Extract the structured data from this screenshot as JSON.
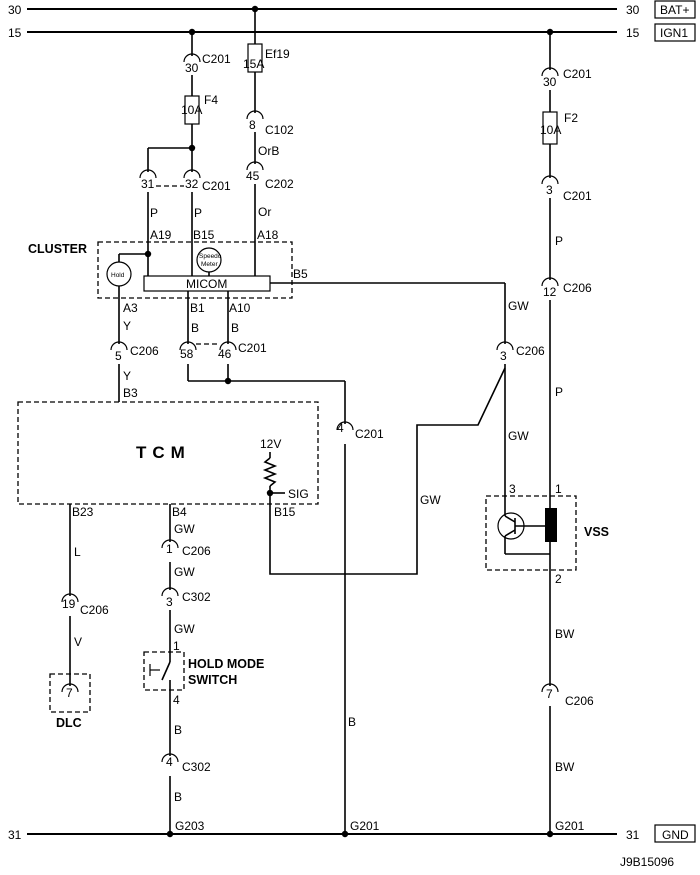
{
  "rails": {
    "r30": "30",
    "r15": "15",
    "r31": "31",
    "bat": "BAT+",
    "ign": "IGN1",
    "gnd": "GND"
  },
  "fuses": {
    "f4_name": "F4",
    "f4_rating": "10A",
    "ef19_name": "Ef19",
    "ef19_rating": "15A",
    "f2_name": "F2",
    "f2_rating": "10A"
  },
  "connectors": {
    "c201": "C201",
    "c202": "C202",
    "c102": "C102",
    "c206": "C206",
    "c302": "C302"
  },
  "pins": {
    "p30a": "30",
    "p8": "8",
    "p31": "31",
    "p32": "32",
    "p45": "45",
    "p30b": "30",
    "p3a": "3",
    "p12": "12",
    "p5": "5",
    "p58": "58",
    "p46": "46",
    "p3b": "3",
    "p4": "4",
    "p1a": "1",
    "p19": "19",
    "p3c": "3",
    "p1b": "1",
    "p4b": "4",
    "p4c": "4",
    "p7a": "7",
    "p7b": "7",
    "p3d": "3",
    "p1c": "1",
    "p2": "2"
  },
  "wires": {
    "P1": "P",
    "P2": "P",
    "Or": "Or",
    "OrB": "OrB",
    "P3": "P",
    "P4": "P",
    "Y1": "Y",
    "Y2": "Y",
    "B1": "B",
    "B2": "B",
    "GW1": "GW",
    "GW2": "GW",
    "GW3": "GW",
    "GW4": "GW",
    "GW5": "GW",
    "GW6": "GW",
    "L": "L",
    "V": "V",
    "B3": "B",
    "B4": "B",
    "B5": "B",
    "BW1": "BW",
    "BW2": "BW"
  },
  "cluster": {
    "title": "CLUSTER",
    "micom": "MICOM",
    "hold": "Hold",
    "speedo1": "Speedo",
    "speedo2": "Meter",
    "a19": "A19",
    "b15": "B15",
    "a18": "A18",
    "b5": "B5",
    "a3": "A3",
    "b1": "B1",
    "a10": "A10"
  },
  "tcm": {
    "title": "TCM",
    "b3": "B3",
    "b23": "B23",
    "b4": "B4",
    "b15": "B15",
    "v12": "12V",
    "sig": "SIG"
  },
  "components": {
    "vss": "VSS",
    "dlc": "DLC",
    "hold_switch_1": "HOLD MODE",
    "hold_switch_2": "SWITCH"
  },
  "grounds": {
    "g203": "G203",
    "g201a": "G201",
    "g201b": "G201"
  },
  "figure_id": "J9B15096"
}
